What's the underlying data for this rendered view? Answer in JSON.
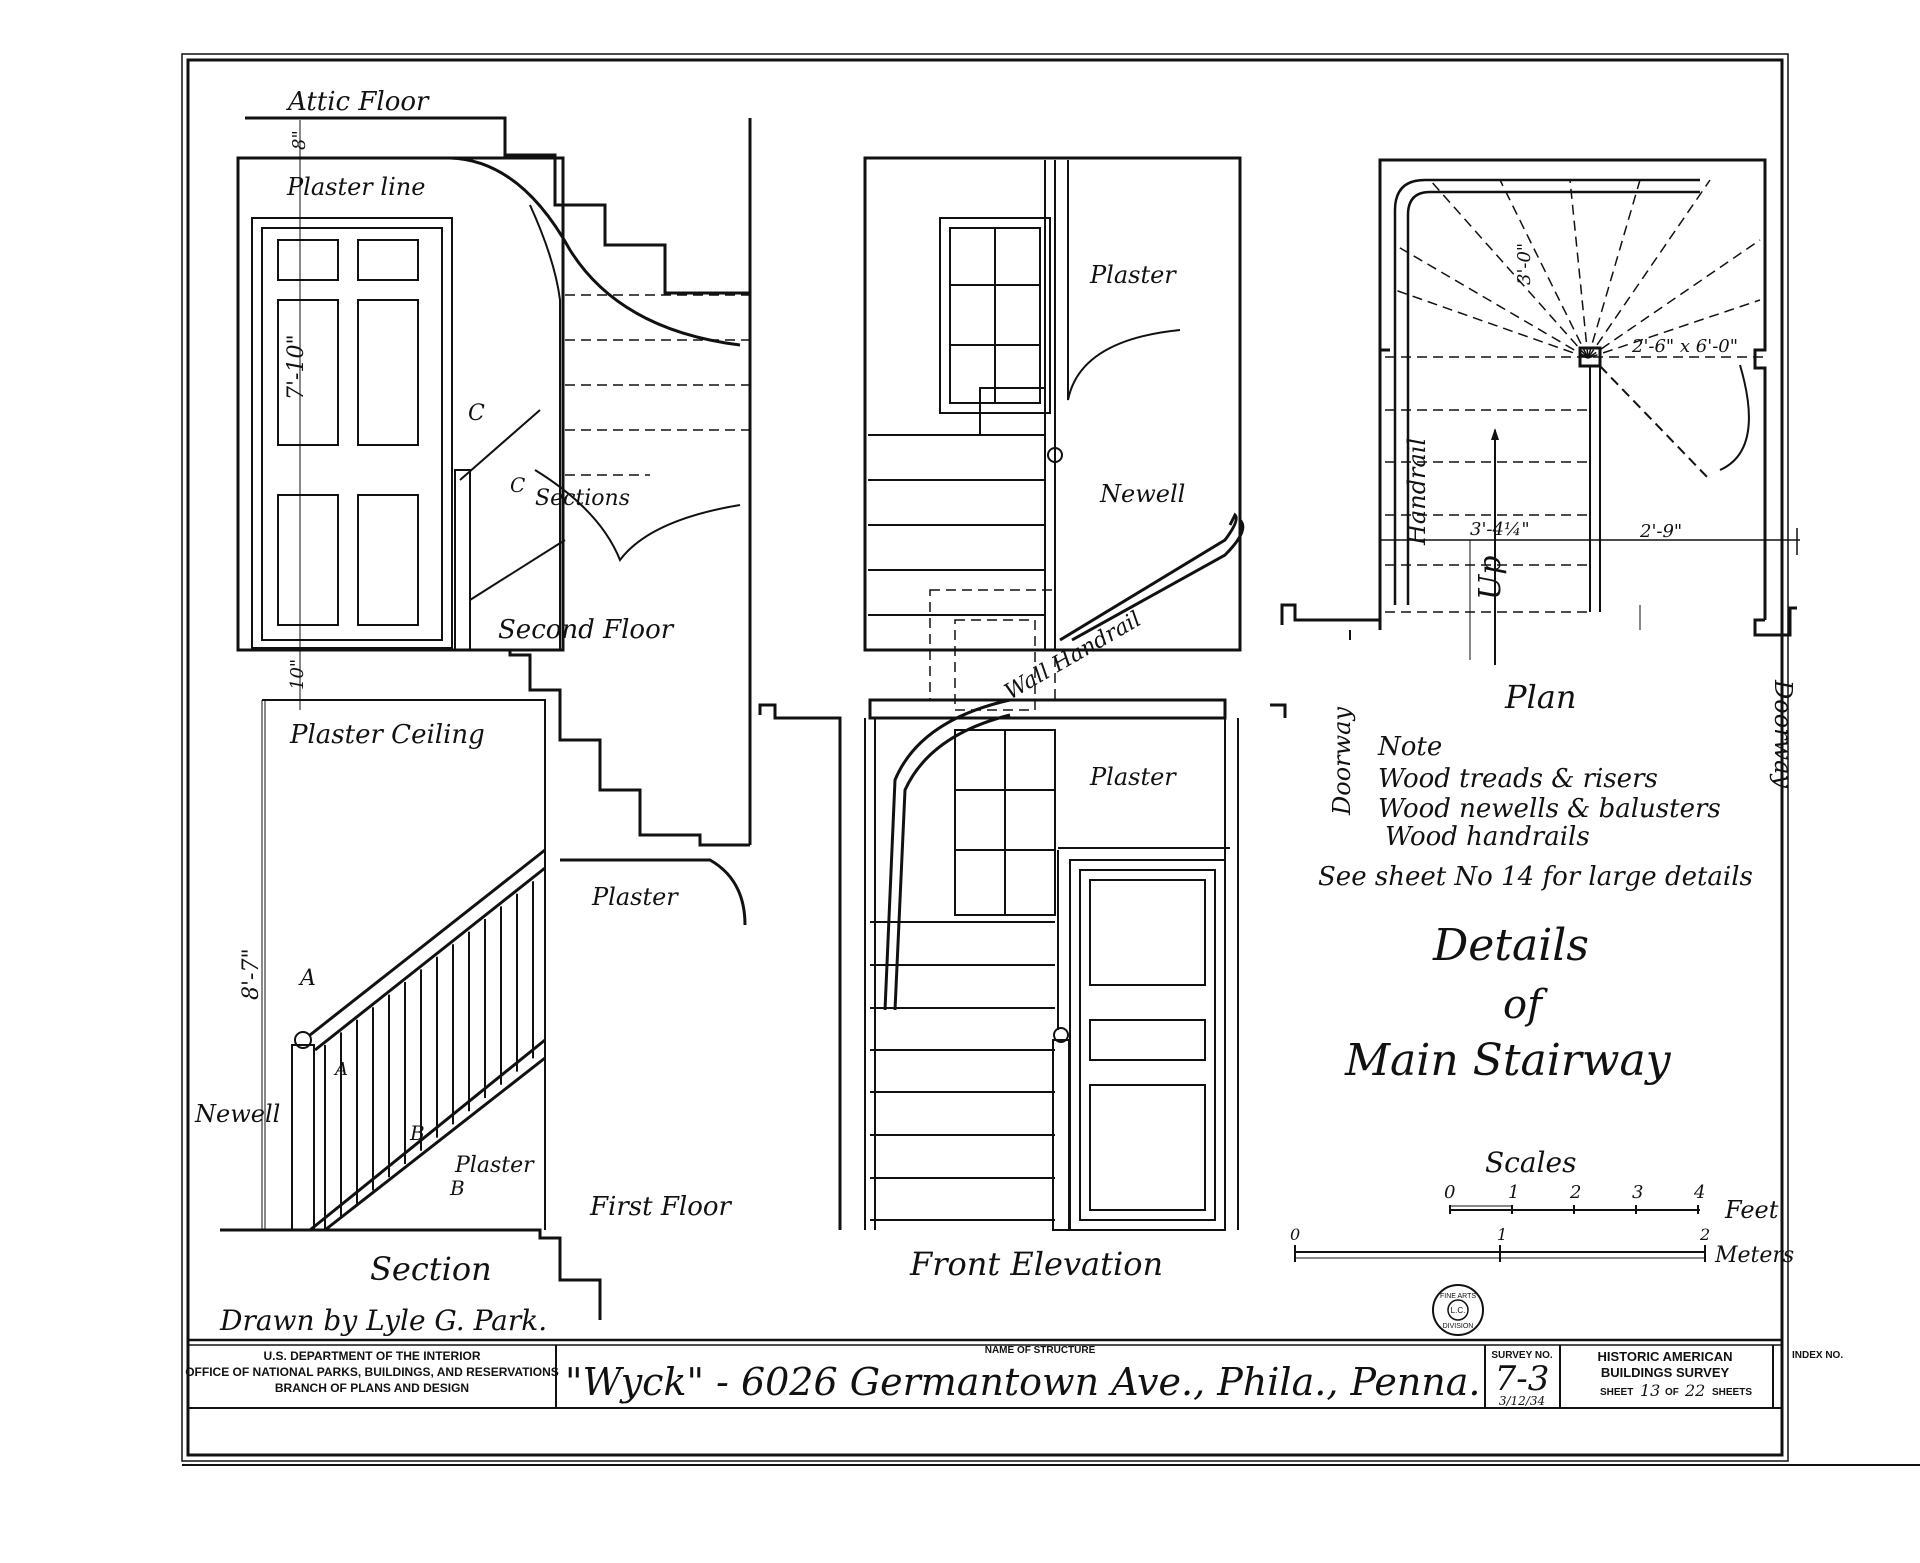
{
  "colors": {
    "ink": "#111111",
    "paper": "#ffffff"
  },
  "section": {
    "title": "Section",
    "attic_floor": "Attic Floor",
    "plaster_line": "Plaster line",
    "door_height": "7'-10\"",
    "dim_8in": "8\"",
    "dim_10in": "10\"",
    "mark_c": "C",
    "sections": "Sections",
    "second_floor": "Second Floor",
    "plaster_ceiling": "Plaster Ceiling",
    "plaster": "Plaster",
    "height": "8'-7\"",
    "mark_a": "A",
    "newell": "Newell",
    "mark_b": "B",
    "plaster_b": "Plaster",
    "first_floor": "First Floor",
    "drawn_by": "Drawn by Lyle G. Park."
  },
  "elevation": {
    "title": "Front Elevation",
    "plaster_1": "Plaster",
    "newell": "Newell",
    "wall_handrail": "Wall Handrail",
    "plaster_2": "Plaster"
  },
  "plan": {
    "title": "Plan",
    "dim_3_0": "3'-0\"",
    "dim_window": "2'-6\" x 6'-0\"",
    "handrail": "Handrail",
    "dim_3_4": "3'-4¼\"",
    "dim_2_9": "2'-9\"",
    "up": "Up",
    "doorway_left": "Doorway",
    "doorway_right": "Doorway"
  },
  "notes": {
    "heading": "Note",
    "lines": [
      "Wood treads & risers",
      "Wood newells & balusters",
      "Wood handrails"
    ],
    "see_sheet": "See sheet No 14 for large details"
  },
  "main_title": [
    "Details",
    "of",
    "Main Stairway"
  ],
  "scales": {
    "title": "Scales",
    "feet_ticks": [
      "0",
      "1",
      "2",
      "3",
      "4"
    ],
    "feet_label": "Feet",
    "meter_ticks": [
      "0",
      "1",
      "2"
    ],
    "meter_label": "Meters"
  },
  "stamp": {
    "top": "FINE ARTS",
    "center": "L.C.",
    "bottom": "DIVISION"
  },
  "title_block": {
    "dept_line1": "U.S. DEPARTMENT OF THE INTERIOR",
    "dept_line2": "OFFICE OF NATIONAL PARKS, BUILDINGS, AND RESERVATIONS",
    "dept_line3": "BRANCH OF PLANS AND DESIGN",
    "name_label": "NAME OF STRUCTURE",
    "structure_name": "\"Wyck\" - 6026 Germantown Ave., Phila., Penna.",
    "survey_label": "SURVEY NO.",
    "survey_no": "7-3",
    "survey_date": "3/12/34",
    "habs_line1": "HISTORIC AMERICAN",
    "habs_line2": "BUILDINGS SURVEY",
    "sheet_word": "SHEET",
    "sheet_no": "13",
    "of_word": "OF",
    "sheet_total": "22",
    "sheets_word": "SHEETS",
    "index_label": "INDEX NO."
  }
}
